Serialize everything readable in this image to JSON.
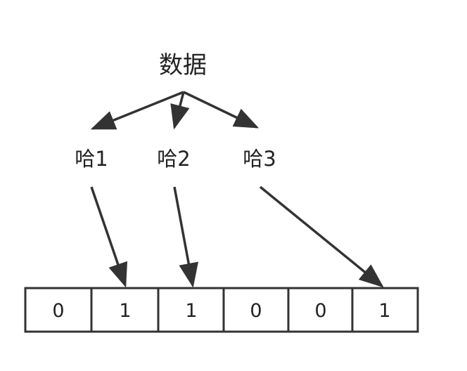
{
  "diagram": {
    "root": {
      "text": "数据"
    },
    "hashes": [
      {
        "text": "哈1"
      },
      {
        "text": "哈2"
      },
      {
        "text": "哈3"
      }
    ],
    "bits": [
      "0",
      "1",
      "1",
      "0",
      "0",
      "1"
    ],
    "colors": {
      "stroke": "#333333",
      "text": "#222222",
      "background": "#ffffff"
    }
  }
}
